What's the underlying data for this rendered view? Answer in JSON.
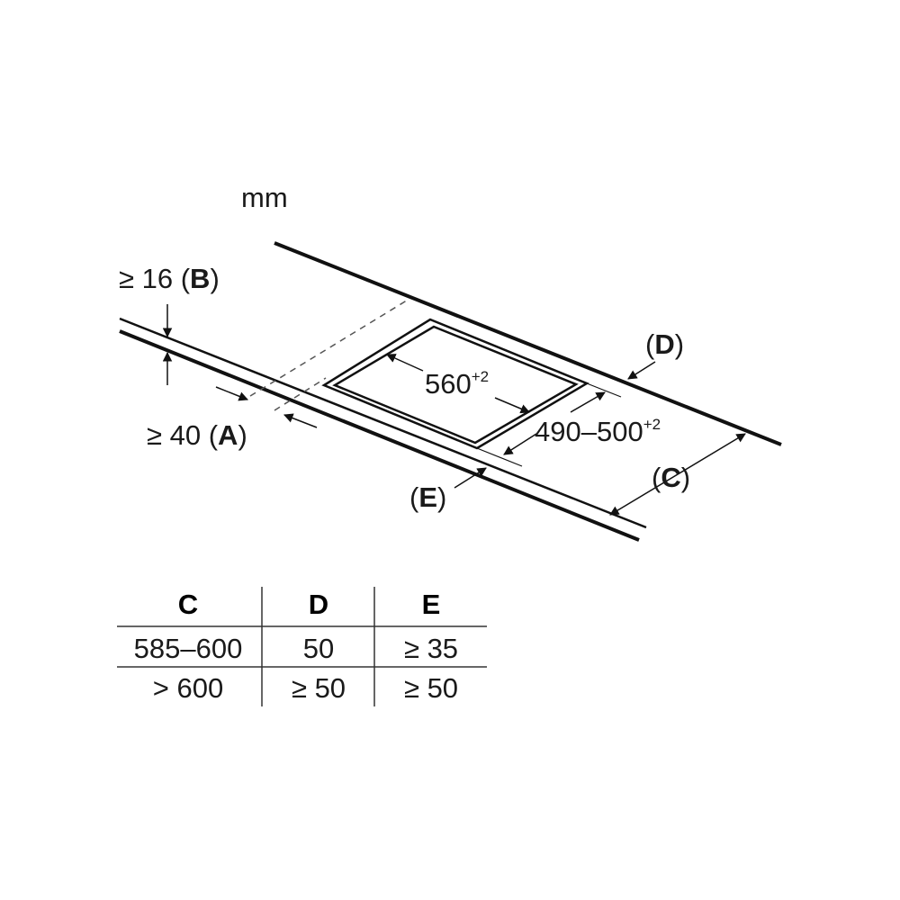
{
  "unit_label": "mm",
  "labels": {
    "b_prefix": "≥ 16 (",
    "b_letter": "B",
    "b_suffix": ")",
    "a_prefix": "≥ 40 (",
    "a_letter": "A",
    "a_suffix": ")",
    "width_value": "560",
    "width_tolerance": "+2",
    "depth_value": "490–500",
    "depth_tolerance": "+2",
    "d_prefix": "(",
    "d_letter": "D",
    "d_suffix": ")",
    "c_prefix": "(",
    "c_letter": "C",
    "c_suffix": ")",
    "e_prefix": "(",
    "e_letter": "E",
    "e_suffix": ")"
  },
  "table": {
    "headers": [
      "C",
      "D",
      "E"
    ],
    "rows": [
      [
        "585–600",
        "50",
        "≥ 35"
      ],
      [
        "> 600",
        "≥ 50",
        "≥ 50"
      ]
    ]
  },
  "colors": {
    "line": "#111111",
    "dashed": "#555555",
    "text": "#1a1a1a"
  }
}
